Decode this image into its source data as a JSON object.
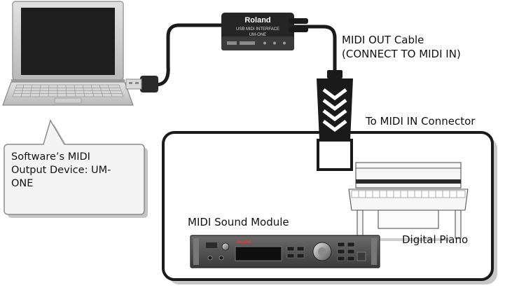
{
  "interface": {
    "brand": "Roland",
    "model_line": "USB MIDI INTERFACE",
    "model": "UM-ONE"
  },
  "labels": {
    "cable_line1": "MIDI OUT Cable",
    "cable_line2": "(CONNECT TO MIDI IN)",
    "midi_in": "To MIDI IN Connector",
    "software_line1": "Software’s MIDI",
    "software_line2": "Output Device: UM-",
    "software_line3": "ONE",
    "sound_module": "MIDI Sound Module",
    "digital_piano": "Digital Piano"
  },
  "sound_module": {
    "brand": "Roland"
  },
  "colors": {
    "device_body": "#2b2b2b",
    "frame": "#1a1a1a",
    "shadow": "#bdbdbd",
    "callout_fill": "#f4f4f4",
    "laptop_body": "#c8c8c8"
  }
}
